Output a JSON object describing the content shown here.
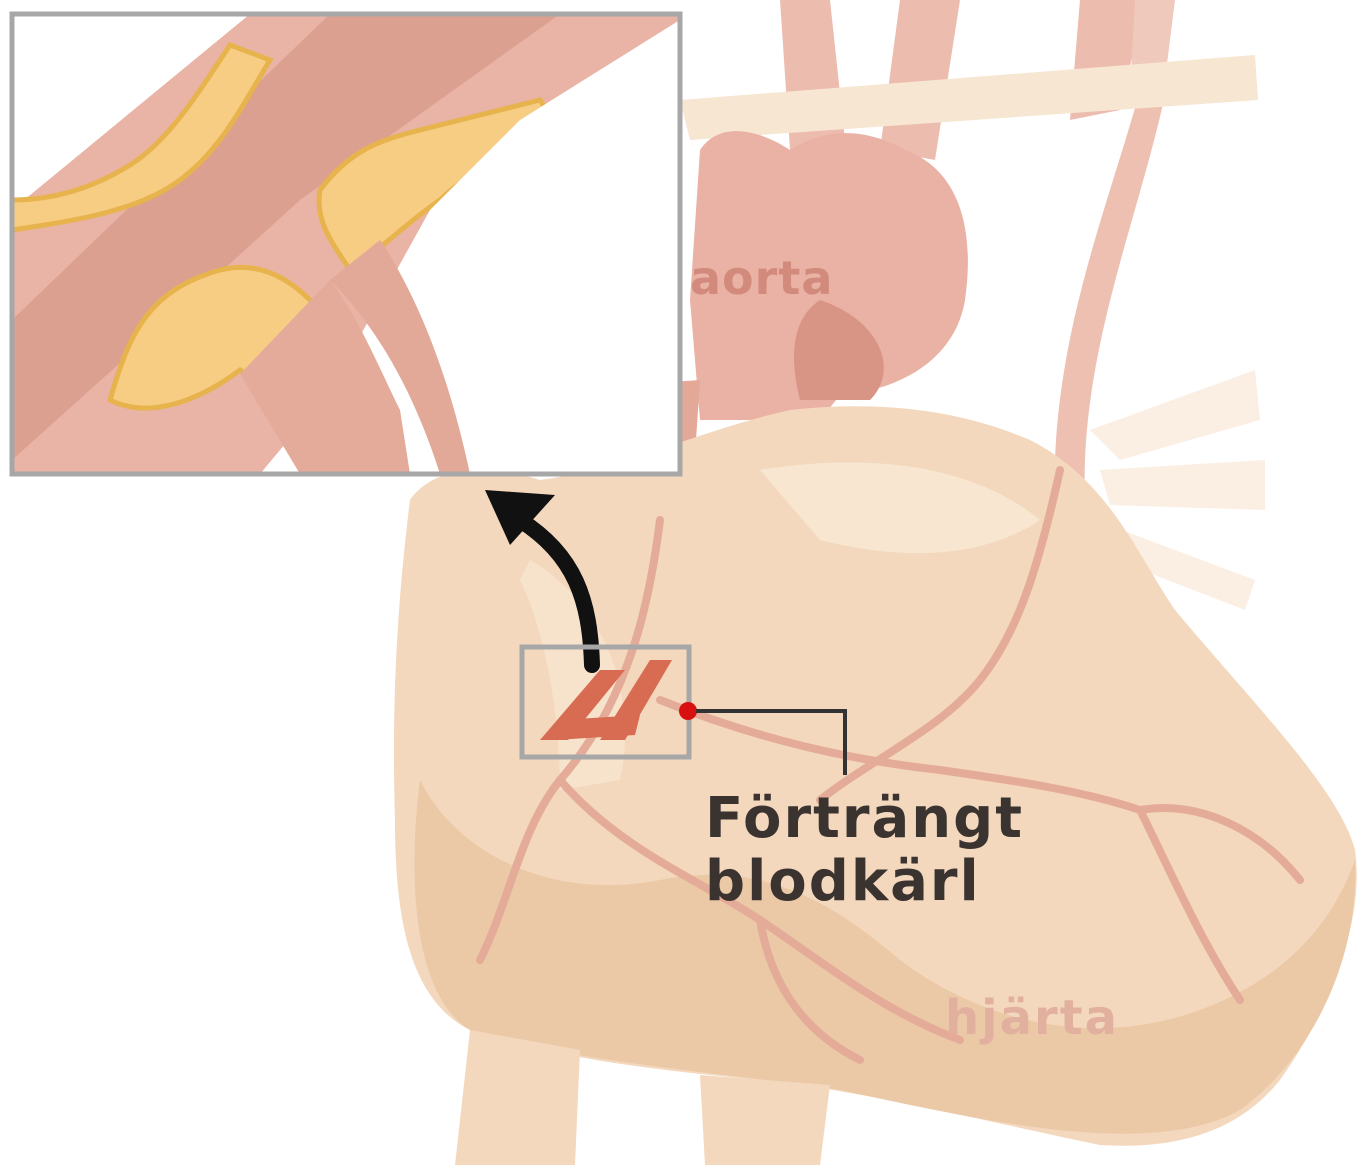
{
  "labels": {
    "aorta": "aorta",
    "heart": "hjärta",
    "callout_line1": "Förträngt",
    "callout_line2": "blodkärl"
  },
  "icons": {
    "blockage_marker": "x-mark-icon",
    "callout_dot": "red-dot-icon",
    "pointer_arrow": "curved-arrow-icon"
  },
  "colors": {
    "heart_tissue": "#f3d8bd",
    "heart_shadow": "#e8c3a1",
    "vessel": "#e7ad9f",
    "vessel_dark": "#d4907f",
    "aorta": "#eab1a5",
    "nerve_band": "#f7e6d2",
    "plaque": "#f7cd84",
    "plaque_edge": "#e7b34c",
    "blockage_mark": "#d86c52",
    "callout_dot": "#d81010",
    "label_text": "#3a3330",
    "organ_label_text": "#e3b5a4",
    "frame": "#a7a7a7",
    "arrow": "#111111"
  }
}
